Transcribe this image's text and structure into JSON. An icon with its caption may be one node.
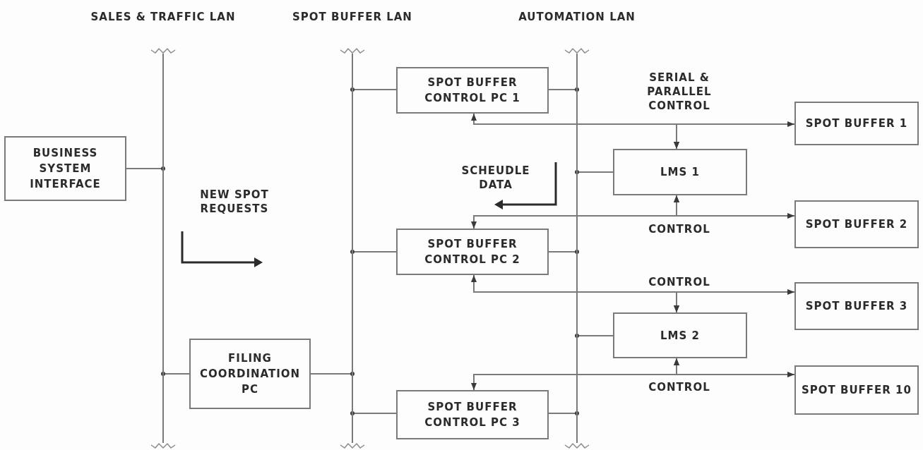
{
  "diagram": {
    "nodes": [
      {
        "text": [],
        "shape": "bar",
        "beside": [
          "SALES & TRAFFIC LAN"
        ]
      },
      {
        "text": [],
        "shape": "bar",
        "beside": [
          "SPOT BUFFER LAN"
        ]
      },
      {
        "text": [],
        "shape": "bar",
        "beside": [
          "AUTOMATION LAN"
        ]
      },
      {
        "text": [
          "BUSINESS SYSTEM INTERFACE"
        ]
      },
      {
        "text": [
          "SPOT BUFFER CONTROL PC 1"
        ]
      },
      {
        "text": [
          "SPOT BUFFER 1"
        ]
      },
      {
        "text": [
          "LMS 1"
        ]
      },
      {
        "text": [
          "SPOT BUFFER CONTROL PC 2"
        ]
      },
      {
        "text": [
          "SPOT BUFFER 2"
        ]
      },
      {
        "text": [
          "SPOT BUFFER 3"
        ]
      },
      {
        "text": [
          "LMS 2"
        ]
      },
      {
        "text": [
          "FILING COORDINATION PC"
        ]
      },
      {
        "text": [
          "SPOT BUFFER CONTROL PC 3"
        ]
      },
      {
        "text": [
          "SPOT BUFFER 10"
        ]
      }
    ],
    "edges": [
      {
        "from": 3,
        "to": 0,
        "arrow": "none"
      },
      {
        "from": 11,
        "to": 0,
        "arrow": "none"
      },
      {
        "from": 11,
        "to": 1,
        "arrow": "none"
      },
      {
        "from": 1,
        "to": 4,
        "arrow": "none"
      },
      {
        "from": 4,
        "to": 2,
        "arrow": "none"
      },
      {
        "from": 1,
        "to": 7,
        "arrow": "none"
      },
      {
        "from": 7,
        "to": 2,
        "arrow": "none"
      },
      {
        "from": 1,
        "to": 12,
        "arrow": "none"
      },
      {
        "from": 12,
        "to": 2,
        "arrow": "none"
      },
      {
        "from": 2,
        "to": 6,
        "arrow": "none"
      },
      {
        "from": 2,
        "to": 10,
        "arrow": "none"
      },
      {
        "from": 6,
        "to": 4,
        "arrow": "both"
      },
      {
        "from": 6,
        "to": 5,
        "arrow": "both",
        "label": "SERIAL & PARALLEL CONTROL"
      },
      {
        "from": 6,
        "to": 7,
        "arrow": "both"
      },
      {
        "from": 6,
        "to": 8,
        "arrow": "both",
        "label": "CONTROL"
      },
      {
        "from": 10,
        "to": 7,
        "arrow": "both"
      },
      {
        "from": 10,
        "to": 9,
        "arrow": "both",
        "label": "CONTROL"
      },
      {
        "from": 10,
        "to": 12,
        "arrow": "both"
      },
      {
        "from": 10,
        "to": 13,
        "arrow": "both",
        "label": "CONTROL"
      }
    ],
    "labels": [
      "SCHEUDLE DATA",
      "NEW SPOT REQUESTS"
    ]
  }
}
